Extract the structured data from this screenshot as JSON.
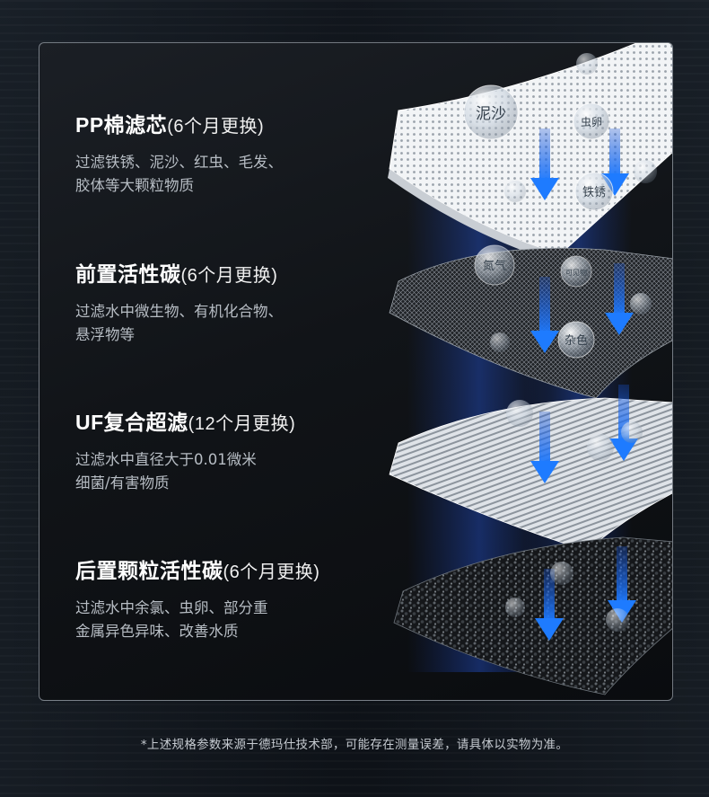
{
  "layers": [
    {
      "title": "PP棉滤芯",
      "note": "(6个月更换)",
      "desc_line1": "过滤铁锈、泥沙、红虫、毛发、",
      "desc_line2": "胶体等大颗粒物质"
    },
    {
      "title": "前置活性碳",
      "note": "(6个月更换)",
      "desc_line1": "过滤水中微生物、有机化合物、",
      "desc_line2": "悬浮物等"
    },
    {
      "title": "UF复合超滤",
      "note": "(12个月更换)",
      "desc_line1": "过滤水中直径大于0.01微米",
      "desc_line2": "细菌/有害物质"
    },
    {
      "title": "后置颗粒活性碳",
      "note": "(6个月更换)",
      "desc_line1": "过滤水中余氯、虫卵、部分重",
      "desc_line2": "金属异色异味、改善水质"
    }
  ],
  "bubbles": {
    "ninsha": "泥沙",
    "chongluan": "虫卵",
    "tiexiu": "铁锈",
    "danqi": "氮气",
    "kekewu": "可见物",
    "zase": "杂色"
  },
  "footnote": "*上述规格参数来源于德玛仕技术部，可能存在测量误差，请具体以实物为准。",
  "colors": {
    "arrow": "#1a6ef0",
    "accent_glow": "#2d6bff"
  }
}
